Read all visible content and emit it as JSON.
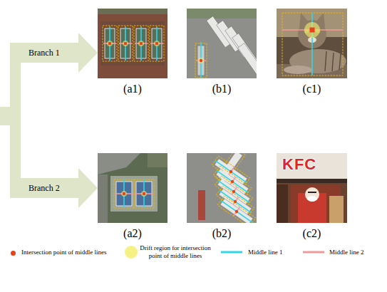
{
  "diagram": {
    "nodes": [
      {
        "text": [
          "(a1)"
        ]
      },
      {
        "text": [
          "(b1)"
        ]
      },
      {
        "text": [
          "(c1)"
        ]
      },
      {
        "text": [
          "(a2)"
        ]
      },
      {
        "text": [
          "(b2)"
        ]
      },
      {
        "text": [
          "(c2)"
        ]
      }
    ],
    "labels": [
      "Branch 1",
      "Branch 2",
      "KFC"
    ],
    "legend": [
      {
        "text": "Intersection point of middle lines",
        "color": "#e8421a"
      },
      {
        "text": "Drift region for intersection point of middle lines",
        "color": "#f6ef6e"
      },
      {
        "text": "Middle line 1"
      },
      {
        "text": "Middle line 2"
      }
    ]
  }
}
